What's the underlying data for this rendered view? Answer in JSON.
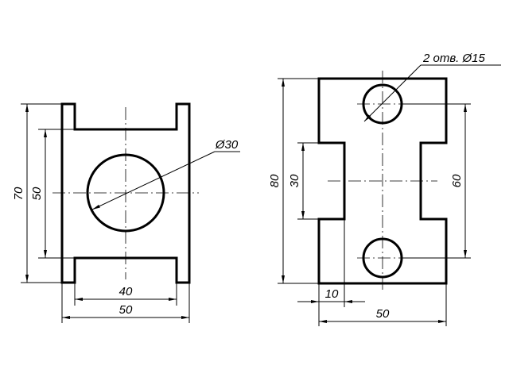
{
  "left_view": {
    "dims": {
      "height_overall": "70",
      "height_inner": "50",
      "width_inner": "40",
      "width_overall": "50",
      "hole_diameter": "Ø30"
    }
  },
  "right_view": {
    "dims": {
      "holes_note": "2 отв. Ø15",
      "height_overall": "80",
      "height_notch": "30",
      "hole_spacing": "60",
      "flange": "10",
      "width_overall": "50"
    }
  }
}
